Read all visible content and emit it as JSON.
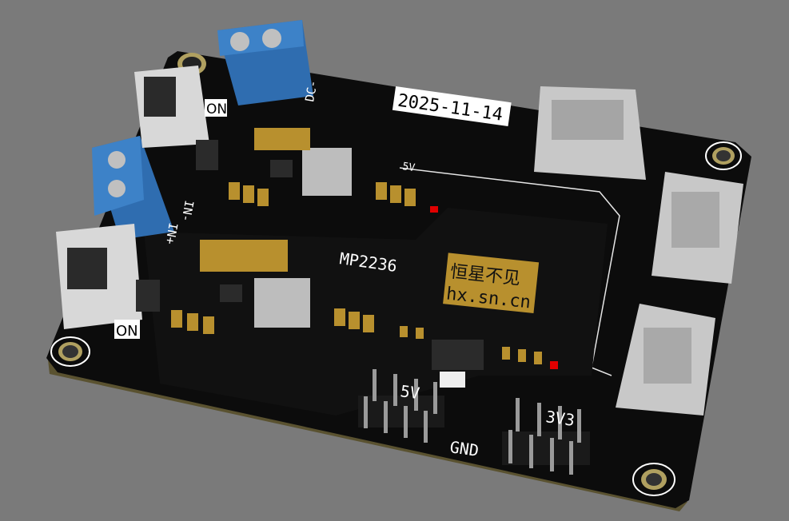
{
  "board": {
    "date_label": "2025-11-14",
    "switch_top_label": "ON",
    "switch_bottom_label": "ON",
    "dc_label": "DC-",
    "in_minus_label": "IN-",
    "in_plus_label": "IN+",
    "rail_5v_label": "5V",
    "chip_label": "MP2236",
    "logo_cn": "恒星不见",
    "logo_url": "hx.sn.cn",
    "header_5v_label": "5V",
    "header_gnd_label": "GND",
    "header_3v3_label": "3V3"
  },
  "colors": {
    "background": "#7a7a7a",
    "pcb": "#0c0c0c",
    "pad_gold": "#b8902e",
    "terminal_blue": "#2f6db0",
    "usb_metal": "#c8c8c8",
    "led_red": "#e00000"
  }
}
